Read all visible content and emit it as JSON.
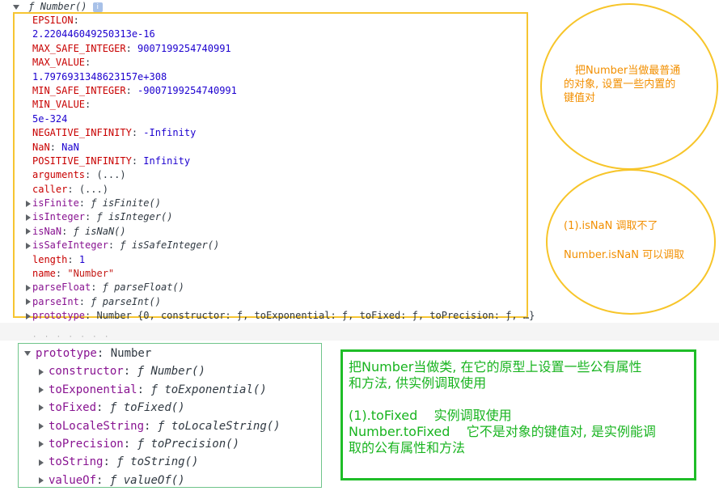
{
  "header": {
    "title": "Number()",
    "info_badge": "i"
  },
  "top_list": [
    {
      "key": "EPSILON",
      "value": "",
      "vtype": "none",
      "expand": false,
      "dim": true
    },
    {
      "key": "",
      "value": "2.220446049250313e-16",
      "vtype": "num",
      "expand": false,
      "dim": false
    },
    {
      "key": "MAX_SAFE_INTEGER",
      "value": "9007199254740991",
      "vtype": "num",
      "expand": false,
      "dim": true
    },
    {
      "key": "MAX_VALUE",
      "value": "",
      "vtype": "none",
      "expand": false,
      "dim": true
    },
    {
      "key": "",
      "value": "1.7976931348623157e+308",
      "vtype": "num",
      "expand": false,
      "dim": false
    },
    {
      "key": "MIN_SAFE_INTEGER",
      "value": "-9007199254740991",
      "vtype": "num",
      "expand": false,
      "dim": true
    },
    {
      "key": "MIN_VALUE",
      "value": "",
      "vtype": "none",
      "expand": false,
      "dim": true
    },
    {
      "key": "",
      "value": "5e-324",
      "vtype": "num",
      "expand": false,
      "dim": false
    },
    {
      "key": "NEGATIVE_INFINITY",
      "value": "-Infinity",
      "vtype": "num",
      "expand": false,
      "dim": true
    },
    {
      "key": "NaN",
      "value": "NaN",
      "vtype": "num",
      "expand": false,
      "dim": true
    },
    {
      "key": "POSITIVE_INFINITY",
      "value": "Infinity",
      "vtype": "num",
      "expand": false,
      "dim": true
    },
    {
      "key": "arguments",
      "value": "(...)",
      "vtype": "plain",
      "expand": false,
      "dim": true
    },
    {
      "key": "caller",
      "value": "(...)",
      "vtype": "plain",
      "expand": false,
      "dim": true
    },
    {
      "key": "isFinite",
      "value": "isFinite()",
      "vtype": "fn",
      "expand": true,
      "dim": false
    },
    {
      "key": "isInteger",
      "value": "isInteger()",
      "vtype": "fn",
      "expand": true,
      "dim": false
    },
    {
      "key": "isNaN",
      "value": "isNaN()",
      "vtype": "fn",
      "expand": true,
      "dim": false
    },
    {
      "key": "isSafeInteger",
      "value": "isSafeInteger()",
      "vtype": "fn",
      "expand": true,
      "dim": false
    },
    {
      "key": "length",
      "value": "1",
      "vtype": "num",
      "expand": false,
      "dim": true
    },
    {
      "key": "name",
      "value": "\"Number\"",
      "vtype": "str",
      "expand": false,
      "dim": true
    },
    {
      "key": "parseFloat",
      "value": "parseFloat()",
      "vtype": "fn",
      "expand": true,
      "dim": false
    },
    {
      "key": "parseInt",
      "value": "parseInt()",
      "vtype": "fn",
      "expand": true,
      "dim": false
    },
    {
      "key": "prototype",
      "value": "Number {0, constructor: ƒ, toExponential: ƒ, toFixed: ƒ, toPrecision: ƒ, …}",
      "vtype": "plain",
      "expand": true,
      "dim": false
    }
  ],
  "circle1": {
    "lines": [
      "把Number当做最普通",
      "的对象, 设置一些内置的",
      "键值对"
    ]
  },
  "circle2": {
    "line1": "(1).isNaN   调取不了",
    "line2": "Number.isNaN   可以调取"
  },
  "proto": {
    "header_key": "prototype",
    "header_value": "Number",
    "items": [
      {
        "key": "constructor",
        "value": "Number()"
      },
      {
        "key": "toExponential",
        "value": "toExponential()"
      },
      {
        "key": "toFixed",
        "value": "toFixed()"
      },
      {
        "key": "toLocaleString",
        "value": "toLocaleString()"
      },
      {
        "key": "toPrecision",
        "value": "toPrecision()"
      },
      {
        "key": "toString",
        "value": "toString()"
      },
      {
        "key": "valueOf",
        "value": "valueOf()"
      }
    ]
  },
  "green_note": {
    "lines": [
      "把Number当做类, 在它的原型上设置一些公有属性",
      "和方法, 供实例调取使用",
      "",
      "(1).toFixed    实例调取使用",
      "Number.toFixed    它不是对象的键值对, 是实例能调",
      "取的公有属性和方法"
    ]
  },
  "function_symbol": "ƒ",
  "colors": {
    "key_dim": "#c80000",
    "key_fn": "#881391",
    "number": "#1c00cf",
    "string": "#c41a16",
    "yellow": "#f6c531",
    "orange_text": "#f28f00",
    "green": "#1fbd28"
  }
}
